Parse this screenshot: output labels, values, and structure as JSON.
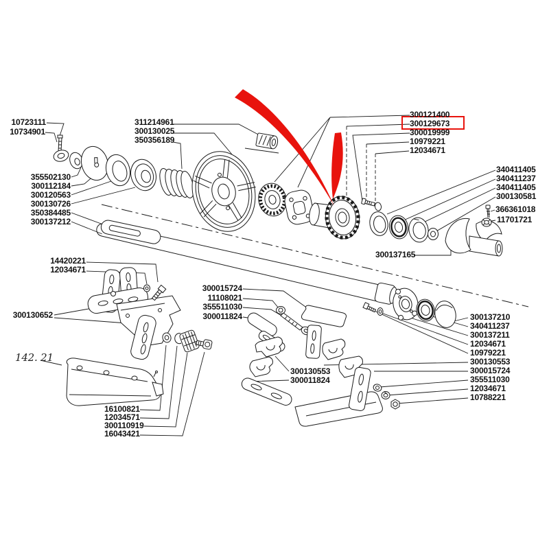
{
  "diagram": {
    "type": "exploded-parts-diagram",
    "figure_reference": "142. 21",
    "highlighted_part": "300129673",
    "colors": {
      "line": "#1a1a1a",
      "background": "#ffffff",
      "highlight": "#e8130d"
    },
    "labels": [
      "10723111",
      "10734901",
      "355502130",
      "300112184",
      "300120563",
      "300130726",
      "350384485",
      "300137212",
      "311214961",
      "300130025",
      "350356189",
      "300121400",
      "300129673",
      "300019999",
      "10979221",
      "12034671",
      "340411405",
      "340411237",
      "340411405",
      "300130581",
      "366361018",
      "11701721",
      "300137165",
      "14420221",
      "12034671",
      "300130652",
      "300015724",
      "11108021",
      "355511030",
      "300011824",
      "300130553",
      "300011824",
      "300137210",
      "340411237",
      "300137211",
      "12034671",
      "10979221",
      "300130553",
      "300015724",
      "355511030",
      "12034671",
      "10788221",
      "142. 21",
      "16100821",
      "12034571",
      "300110919",
      "16043421"
    ]
  }
}
